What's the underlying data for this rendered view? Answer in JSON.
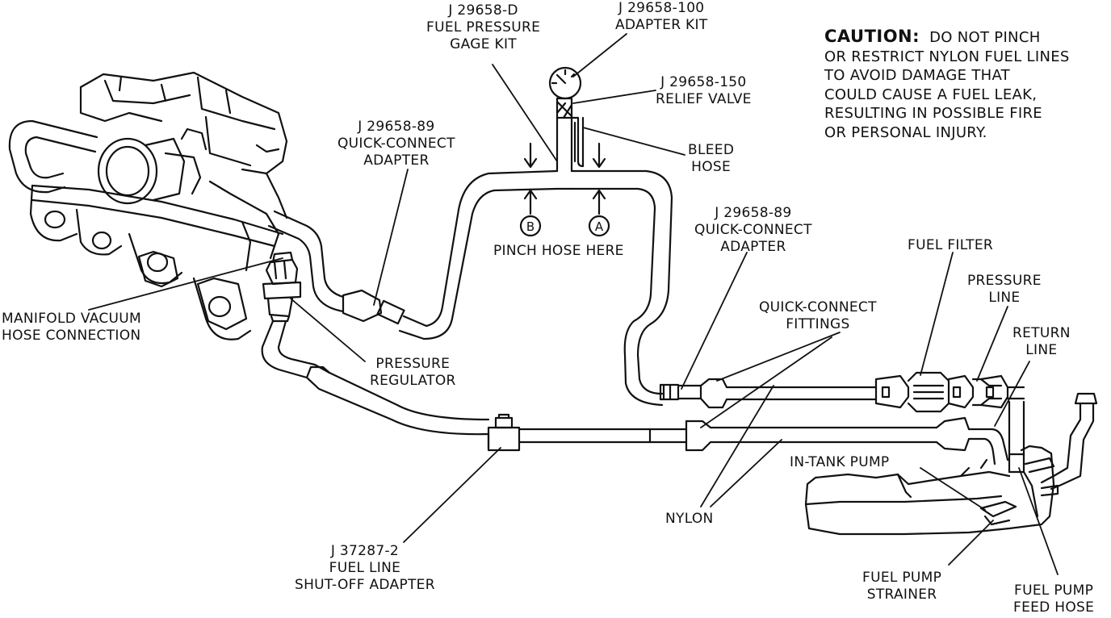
{
  "caution": {
    "heading": "CAUTION:",
    "lines": [
      "DO NOT PINCH",
      "OR RESTRICT NYLON FUEL LINES",
      "TO AVOID DAMAGE THAT",
      "COULD CAUSE A FUEL LEAK,",
      "RESULTING IN POSSIBLE FIRE",
      "OR PERSONAL INJURY."
    ]
  },
  "labels": {
    "gage_kit": [
      "J 29658-D",
      "FUEL PRESSURE",
      "GAGE KIT"
    ],
    "adapter_kit": [
      "J 29658-100",
      "ADAPTER KIT"
    ],
    "relief_valve": [
      "J 29658-150",
      "RELIEF VALVE"
    ],
    "bleed_hose": [
      "BLEED",
      "HOSE"
    ],
    "qc_adapter_top": [
      "J 29658-89",
      "QUICK-CONNECT",
      "ADAPTER"
    ],
    "qc_adapter_right": [
      "J 29658-89",
      "QUICK-CONNECT",
      "ADAPTER"
    ],
    "pinch_hose": "PINCH HOSE HERE",
    "marker_b": "B",
    "marker_a": "A",
    "manifold_vacuum": [
      "MANIFOLD VACUUM",
      "HOSE CONNECTION"
    ],
    "pressure_regulator": [
      "PRESSURE",
      "REGULATOR"
    ],
    "fuel_filter": "FUEL FILTER",
    "pressure_line": [
      "PRESSURE",
      "LINE"
    ],
    "qc_fittings": [
      "QUICK-CONNECT",
      "FITTINGS"
    ],
    "return_line": [
      "RETURN",
      "LINE"
    ],
    "in_tank_pump": "IN-TANK PUMP",
    "nylon": "NYLON",
    "shutoff_adapter": [
      "J 37287-2",
      "FUEL LINE",
      "SHUT-OFF ADAPTER"
    ],
    "fuel_pump_strainer": [
      "FUEL PUMP",
      "STRAINER"
    ],
    "fuel_pump_feed_hose": [
      "FUEL PUMP",
      "FEED HOSE"
    ]
  }
}
